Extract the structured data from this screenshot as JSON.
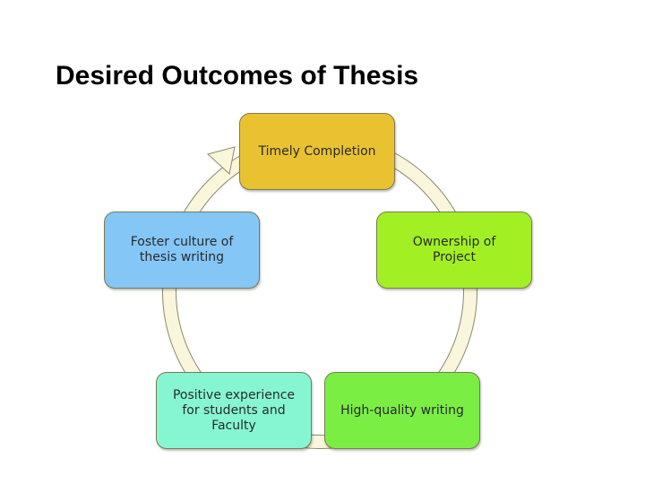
{
  "title": "Desired Outcomes of Thesis",
  "cycle": {
    "nodes": [
      {
        "label": "Timely Completion",
        "color": "#E9C232"
      },
      {
        "label": "Ownership of\nProject",
        "color": "#A2F024"
      },
      {
        "label": "High-quality writing",
        "color": "#7BEE44"
      },
      {
        "label": "Positive experience\nfor students and\nFaculty",
        "color": "#86F6D2"
      },
      {
        "label": "Foster culture of\nthesis writing",
        "color": "#84C6F6"
      }
    ],
    "ring_color": "#FAF6DC"
  }
}
